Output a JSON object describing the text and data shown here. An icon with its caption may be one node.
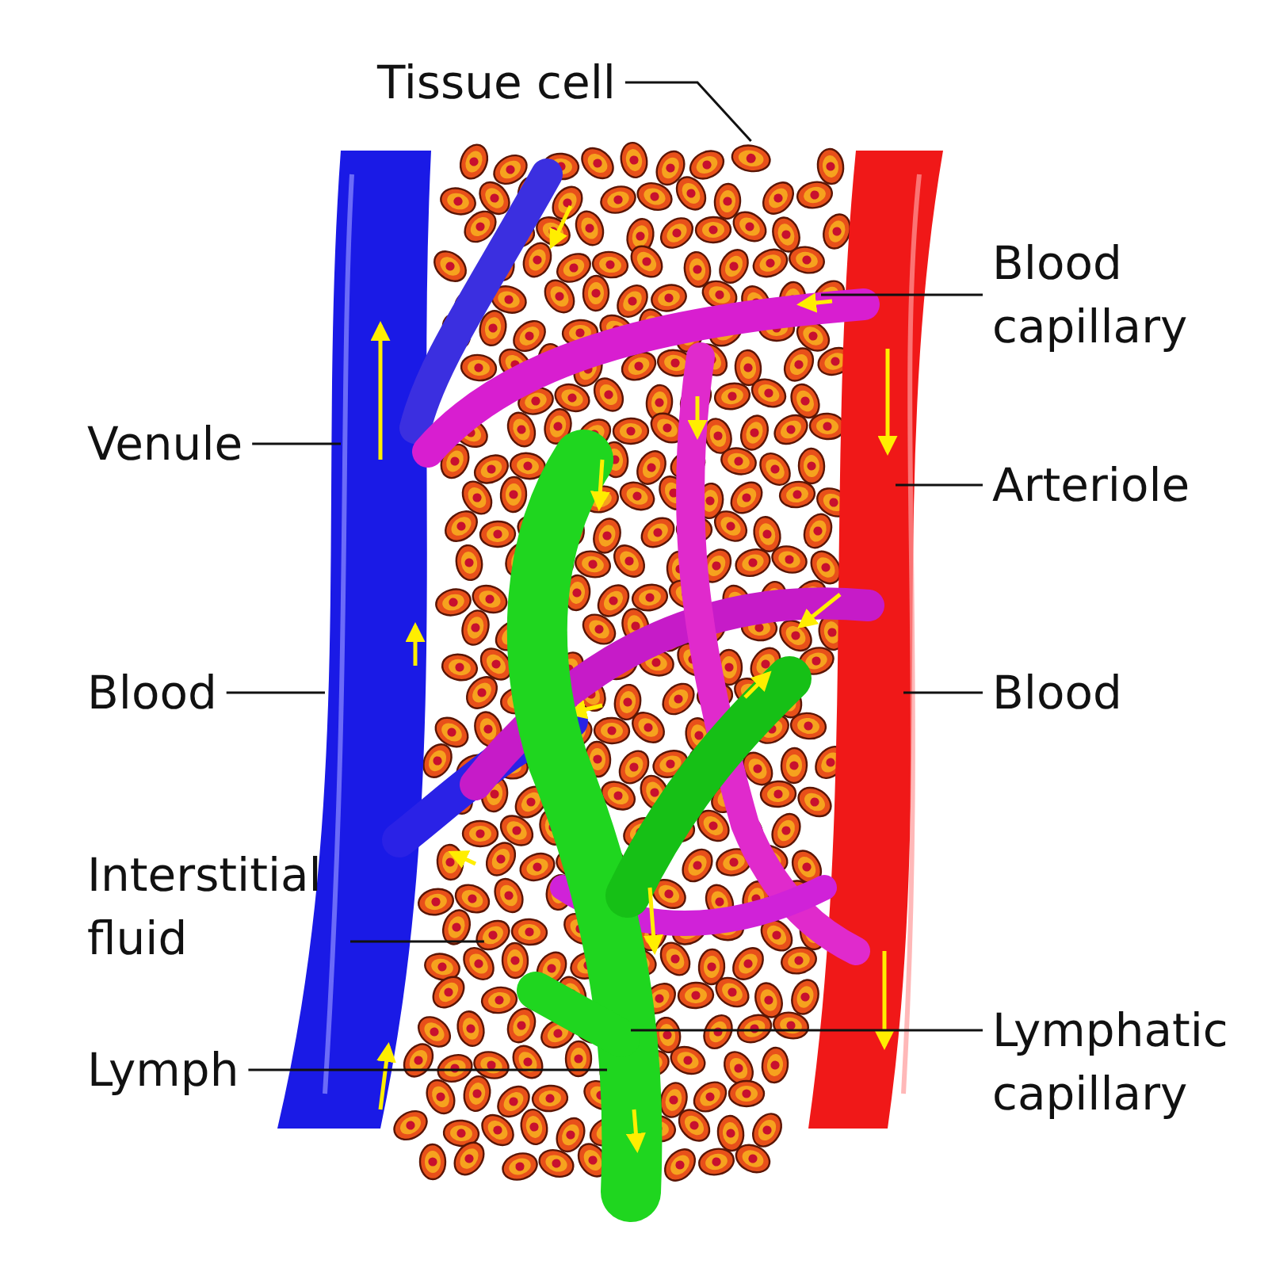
{
  "diagram": {
    "nodes": [
      {
        "text": [
          "Tissue cell"
        ]
      },
      {
        "text": [
          "Blood capillary"
        ]
      },
      {
        "text": [
          "Venule"
        ]
      },
      {
        "text": [
          "Arteriole"
        ]
      },
      {
        "text": [
          "Blood"
        ]
      },
      {
        "text": [
          "Blood"
        ]
      },
      {
        "text": [
          "Interstitial fluid"
        ]
      },
      {
        "text": [
          "Lymphatic capillary"
        ]
      },
      {
        "text": [
          "Lymph"
        ]
      },
      {
        "text": [],
        "shape": "picture"
      },
      {
        "text": [],
        "shape": "picture"
      },
      {
        "text": [],
        "shape": "picture"
      },
      {
        "text": [],
        "shape": "picture",
        "in": 14
      },
      {
        "text": [],
        "shape": "picture"
      },
      {
        "text": [],
        "shape": "picture"
      }
    ],
    "edges": [
      {
        "from": 0,
        "to": 12,
        "arrow": "none"
      },
      {
        "from": 1,
        "to": 11,
        "arrow": "none"
      },
      {
        "from": 2,
        "to": 9,
        "arrow": "none"
      },
      {
        "from": 3,
        "to": 13,
        "arrow": "none"
      },
      {
        "from": 4,
        "to": 9,
        "arrow": "none"
      },
      {
        "from": 5,
        "to": 13,
        "arrow": "none"
      },
      {
        "from": 6,
        "to": 14,
        "arrow": "none"
      },
      {
        "from": 7,
        "to": 10,
        "arrow": "none"
      },
      {
        "from": 8,
        "to": 10,
        "arrow": "none"
      }
    ]
  }
}
